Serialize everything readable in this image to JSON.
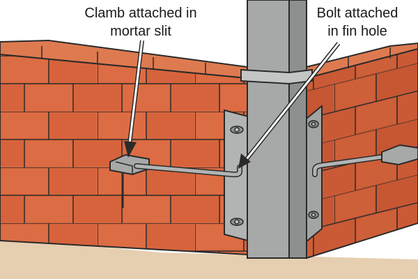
{
  "labels": {
    "clamp_line1": "Clamb attached in",
    "clamp_line2": "mortar slit",
    "bolt_line1": "Bolt attached",
    "bolt_line2": "in fin hole"
  },
  "colors": {
    "brick": "#d9673f",
    "brick_top": "#de7a50",
    "brick_side": "#c95a35",
    "mortar": "#b2432a",
    "post": "#a7a9a9",
    "post_dark": "#8e9090",
    "post_light": "#c4c6c6",
    "fin": "#b2b4b4",
    "ground": "#e6cfb1",
    "outline": "#2a2a2a"
  }
}
